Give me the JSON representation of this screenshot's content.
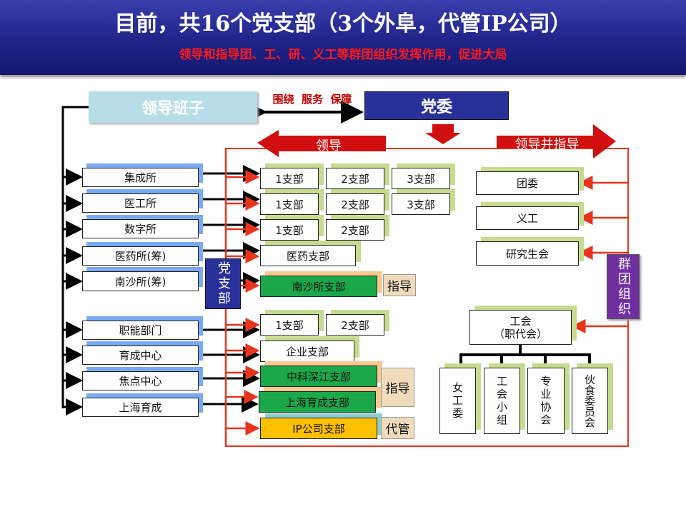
{
  "header": {
    "title": "目前，共16个党支部（3个外阜，代管IP公司）",
    "subtitle": "领导和指导团、工、研、义工等群团组织发挥作用，促进大局"
  },
  "top": {
    "leadership": "领导班子",
    "party_committee": "党委",
    "relation": "围绕  服务  保障",
    "lead": "领导",
    "lead_guide": "领导并指导"
  },
  "units": [
    "集成所",
    "医工所",
    "数字所",
    "医药所(筹)",
    "南沙所(筹)",
    "职能部门",
    "育成中心",
    "焦点中心",
    "上海育成"
  ],
  "party_branch": "党支部",
  "branches": {
    "b1": "1支部",
    "b2": "2支部",
    "b3": "3支部",
    "yiyao": "医药支部",
    "nansha": "南沙所支部",
    "qiye": "企业支部",
    "zhongke": "中科深江支部",
    "shanghai": "上海育成支部",
    "ip": "IP公司支部"
  },
  "tags": {
    "guide1": "指导",
    "guide2": "指导",
    "manage": "代管"
  },
  "mass": {
    "label": "群团组织",
    "youth": "团委",
    "volunteer": "义工",
    "grad": "研究生会",
    "union": "工会",
    "union_sub": "（职代会）",
    "subs": [
      "女工委",
      "工会小组",
      "专业协会",
      "伙食委员会"
    ]
  },
  "colors": {
    "accent_red": "#e8341c",
    "navy": "#28309a",
    "purple": "#7030a0",
    "green": "#1aa84a"
  }
}
